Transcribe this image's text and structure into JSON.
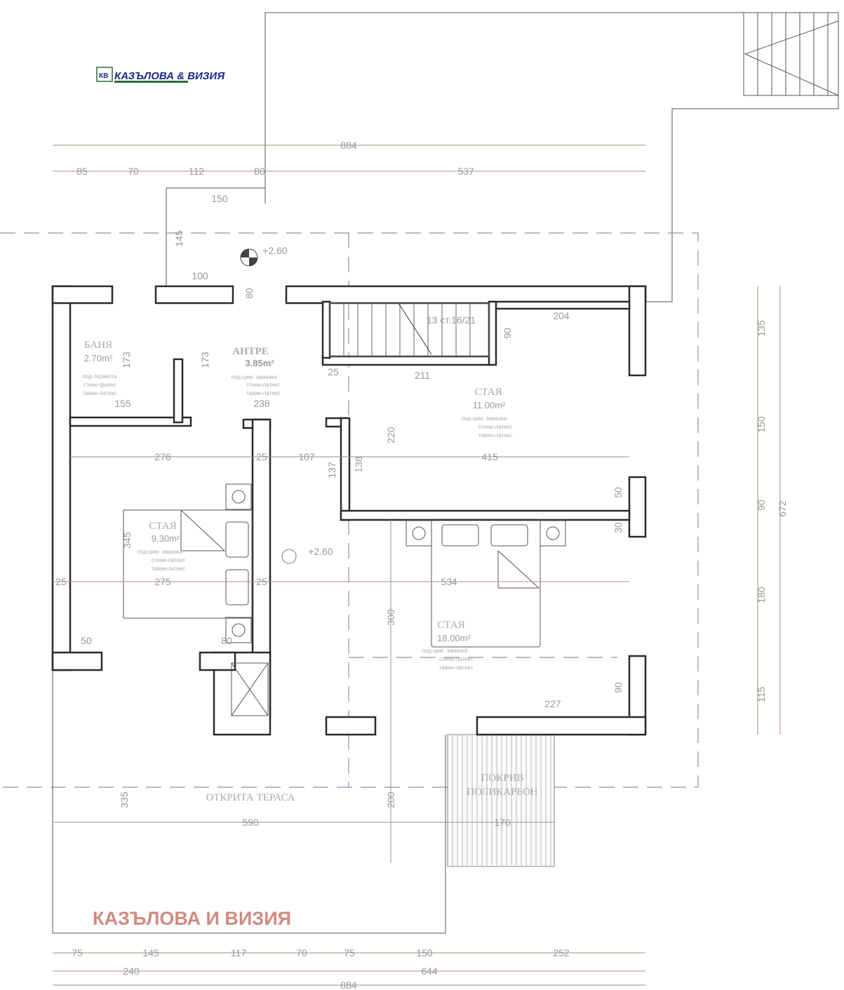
{
  "logo": {
    "mark": "КВ",
    "text": "КАЗЪЛОВА & ВИЗИЯ"
  },
  "watermark": "КАЗЪЛОВА И ВИЗИЯ",
  "levels": {
    "entrance": "+2.60",
    "room": "+2.60"
  },
  "rooms": {
    "bath": {
      "name": "БАНЯ",
      "area": "2.70m²",
      "floor": "под-теракота",
      "walls": "стени-фаянс",
      "ceiling": "таван-латекс"
    },
    "hall": {
      "name": "АНТРЕ",
      "area": "3.85m²",
      "floor": "под-цим. замазка",
      "walls": "стени-латекс",
      "ceiling": "таван-латекс"
    },
    "room1": {
      "name": "СТАЯ",
      "area": "11.00m²",
      "floor": "под-цим. замазка",
      "walls": "стени-латекс",
      "ceiling": "таван-латекс"
    },
    "room2": {
      "name": "СТАЯ",
      "area": "9.30m²",
      "floor": "под-цим. замазка",
      "walls": "стени-латекс",
      "ceiling": "таван-латекс"
    },
    "room3": {
      "name": "СТАЯ",
      "area": "18.00m²",
      "floor": "под-цим. замазка",
      "walls": "стени-латекс",
      "ceiling": "таван-латекс"
    },
    "terrace": {
      "name": "ОТКРИТА ТЕРАСА"
    },
    "roof": {
      "line1": "ПОКРИВ",
      "line2": "ПОЛИКАРБОН"
    }
  },
  "stairs": "13 ст.16/21",
  "dimensions": {
    "top_total": "884",
    "top_row": [
      "85",
      "70",
      "112",
      "80",
      "537"
    ],
    "entry": [
      "150",
      "145",
      "100",
      "80"
    ],
    "interior": [
      "173",
      "173",
      "155",
      "238",
      "25",
      "211",
      "204",
      "90",
      "220",
      "415",
      "276",
      "25",
      "107",
      "137",
      "138",
      "50",
      "30",
      "345",
      "25",
      "275",
      "25",
      "534",
      "50",
      "80",
      "300",
      "227",
      "90",
      "335",
      "200",
      "590",
      "170"
    ],
    "right_col": [
      "135",
      "150",
      "90",
      "180",
      "115"
    ],
    "right_total": "672",
    "bottom_row": [
      "75",
      "145",
      "117",
      "70",
      "75",
      "150",
      "252"
    ],
    "bottom_row2": [
      "240",
      "644"
    ],
    "bottom_total": "884"
  }
}
